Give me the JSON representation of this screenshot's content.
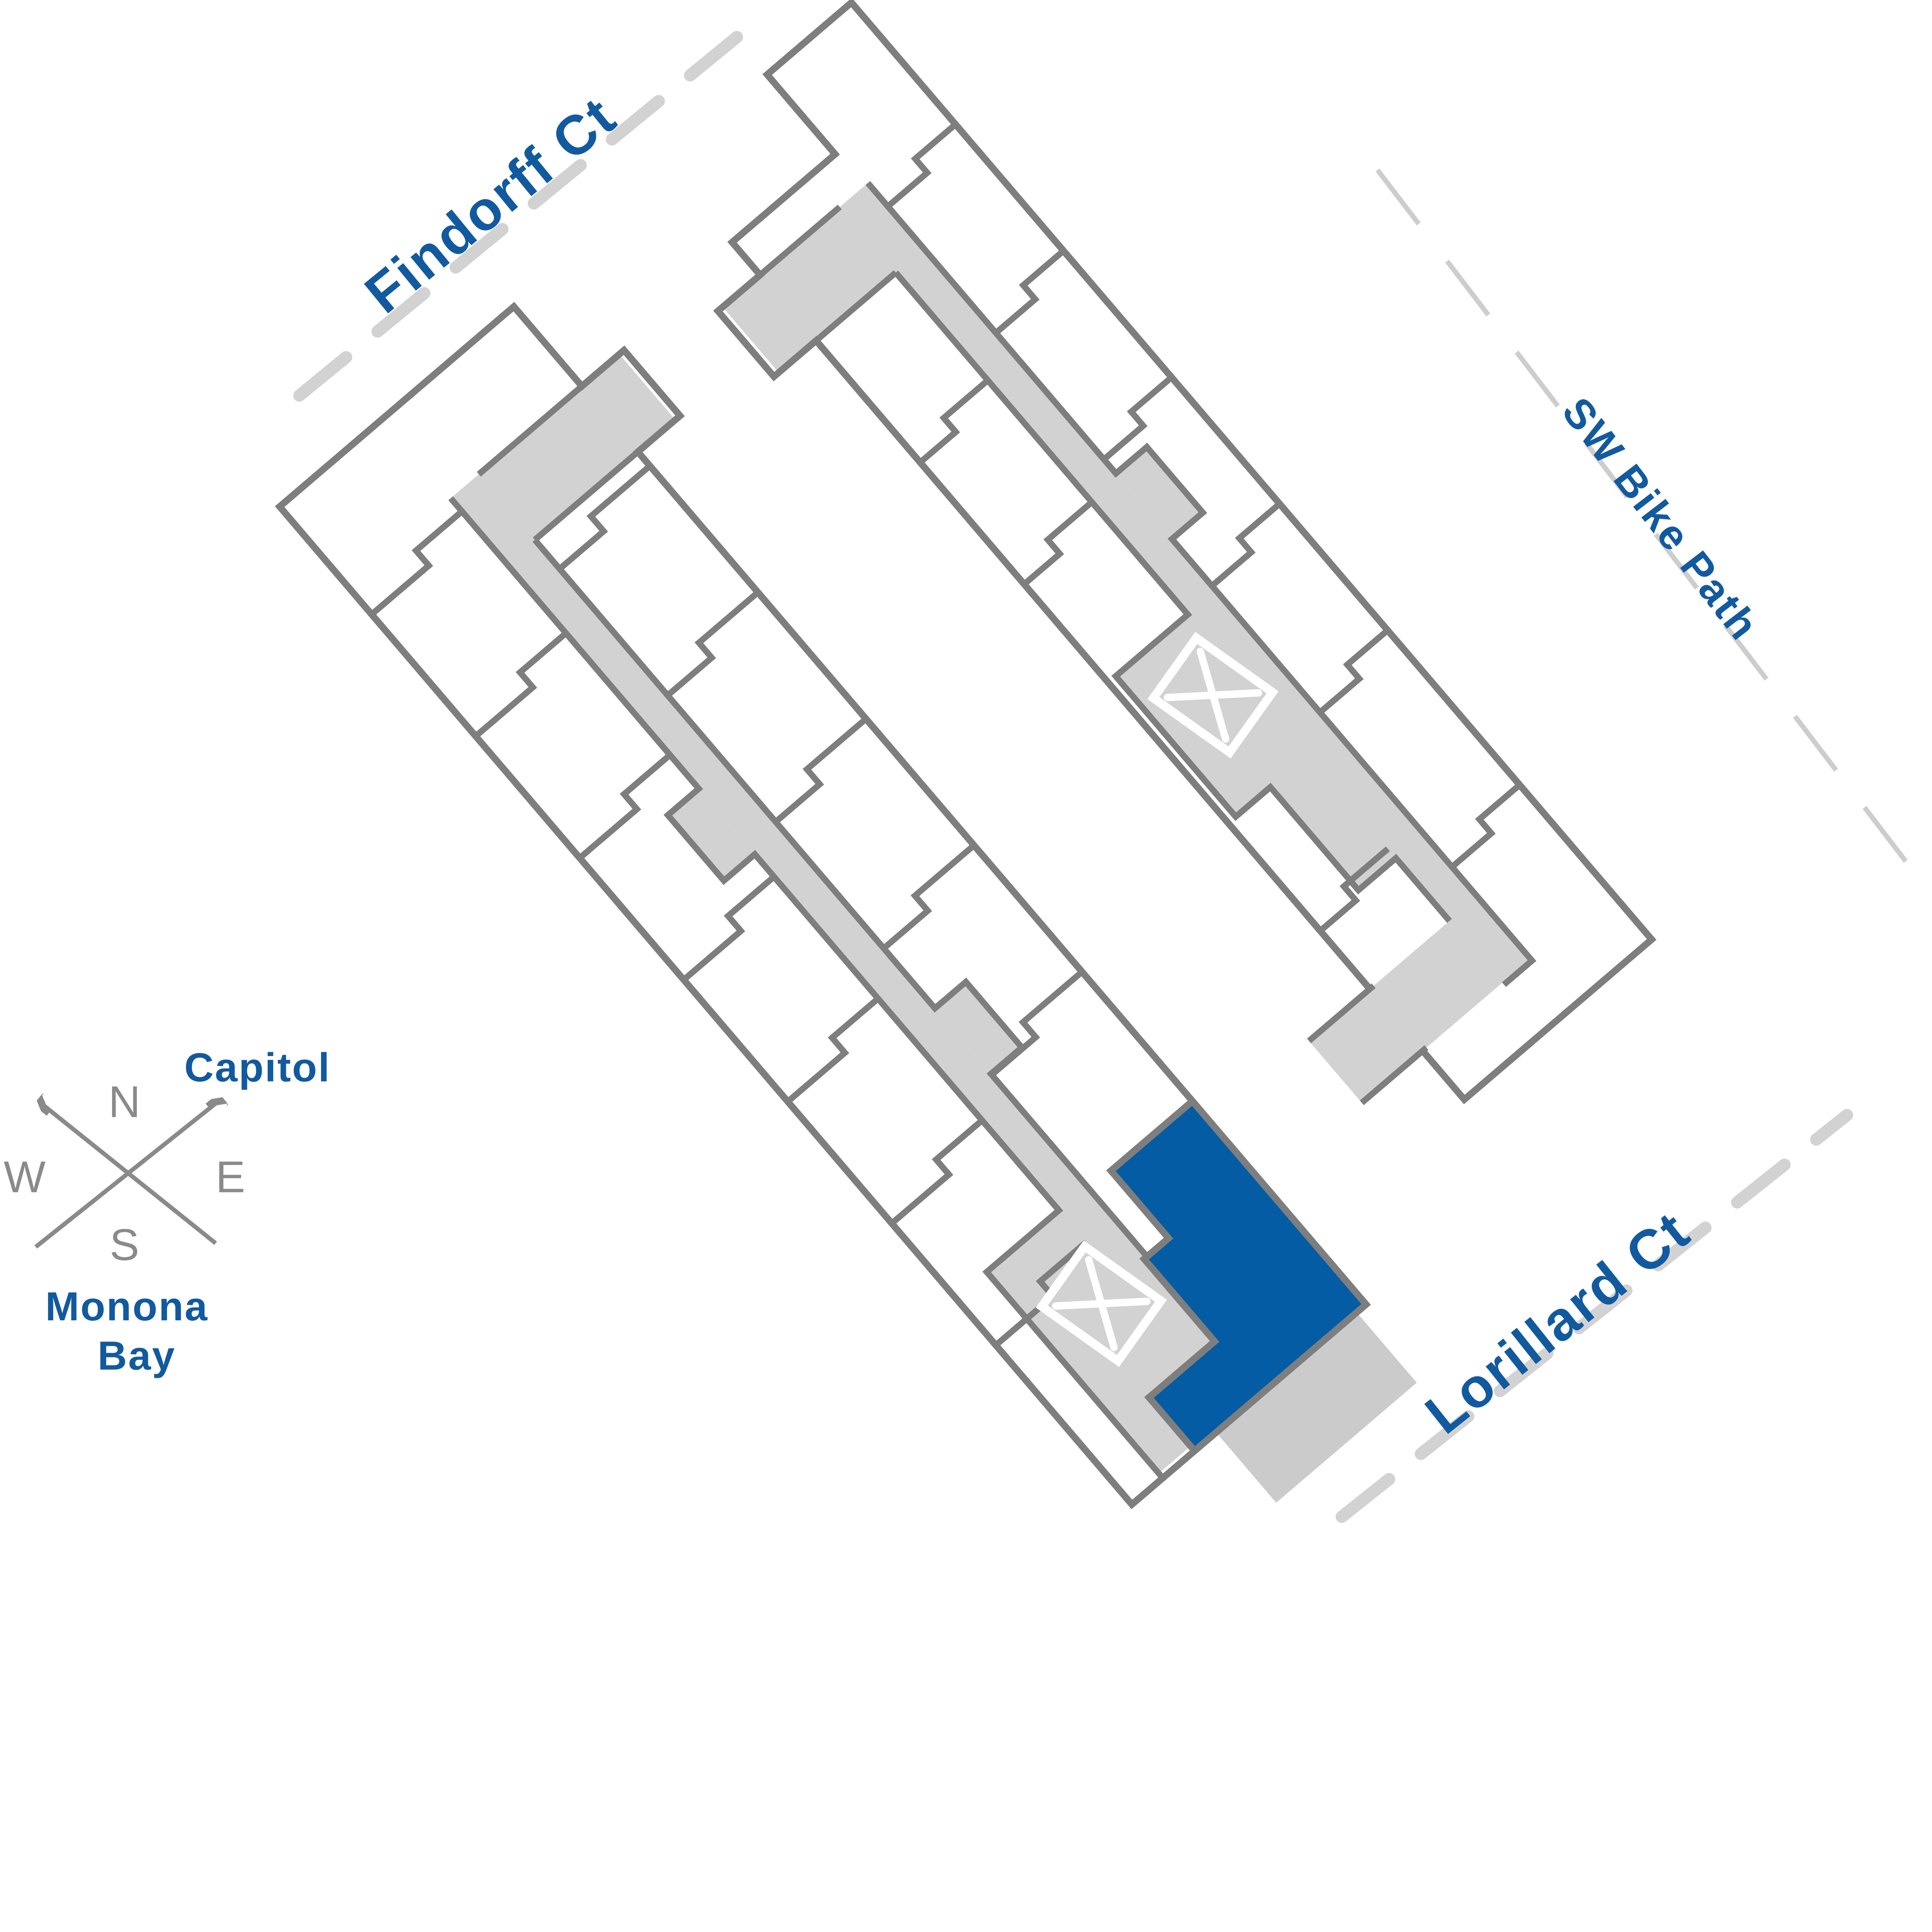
{
  "streets": {
    "findorff": {
      "label": "Findorff Ct"
    },
    "sw_bike_path": {
      "label": "SW Bike Path"
    },
    "lorillard": {
      "label": "Lorillard Ct"
    }
  },
  "landmarks": {
    "capitol": {
      "label": "Capitol"
    },
    "monona_bay": {
      "line1": "Monona",
      "line2": "Bay"
    }
  },
  "compass": {
    "n": "N",
    "e": "E",
    "s": "S",
    "w": "W"
  },
  "buildings": {
    "west": {
      "elevator_marker": "X",
      "has_highlighted_unit": true
    },
    "east": {
      "elevator_marker": "X",
      "has_highlighted_unit": false
    }
  },
  "colors": {
    "street_label_blue": "#125a9f",
    "highlight_unit_blue": "#045da4",
    "wall_gray": "#7e7e7e",
    "corridor_gray": "#d2d2d2",
    "patio_gray": "#cbcbcb",
    "street_dash_gray": "#d2d2d2",
    "bike_dash_gray": "#cdcdcd",
    "compass_gray": "#8a8a8a",
    "background": "#ffffff"
  }
}
